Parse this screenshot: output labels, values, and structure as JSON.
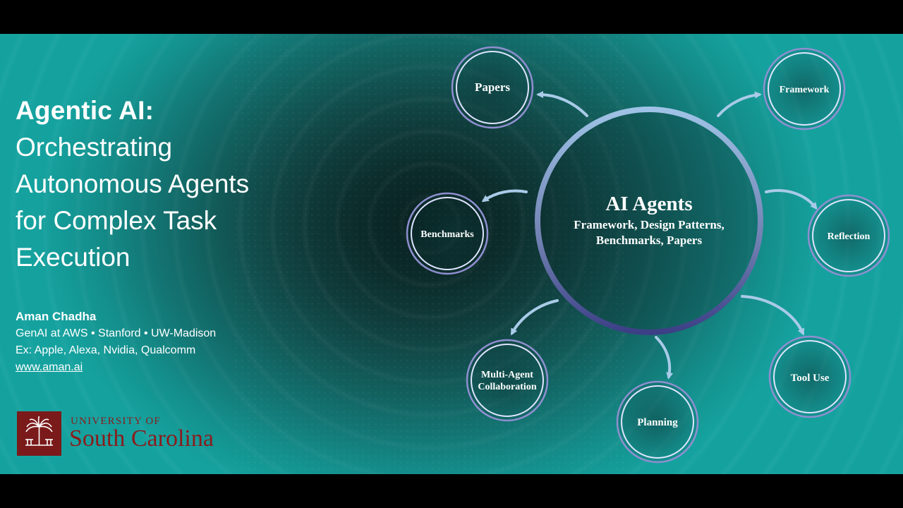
{
  "slide": {
    "title_strong": "Agentic AI:",
    "title_lines": [
      "Orchestrating",
      "Autonomous Agents",
      "for Complex Task",
      "Execution"
    ],
    "author": {
      "name": "Aman Chadha",
      "line1": "GenAI at AWS • Stanford • UW-Madison",
      "line2": "Ex: Apple, Alexa, Nvidia, Qualcomm",
      "website": "www.aman.ai"
    },
    "logo": {
      "line1": "UNIVERSITY OF",
      "line2": "South Carolina",
      "icon": "palmetto-tree-icon"
    }
  },
  "diagram": {
    "center": {
      "title": "AI Agents",
      "line1": "Framework, Design Patterns,",
      "line2": "Benchmarks, Papers"
    },
    "nodes": {
      "papers": "Papers",
      "framework": "Framework",
      "benchmarks": "Benchmarks",
      "reflection": "Reflection",
      "multi_agent_1": "Multi-Agent",
      "multi_agent_2": "Collaboration",
      "tool_use": "Tool Use",
      "planning": "Planning"
    }
  },
  "colors": {
    "ring": "#8fb3d9",
    "node_ring": "#d8e0ff",
    "arrow": "#a9cbe8",
    "logo_red": "#7a1a1a"
  }
}
